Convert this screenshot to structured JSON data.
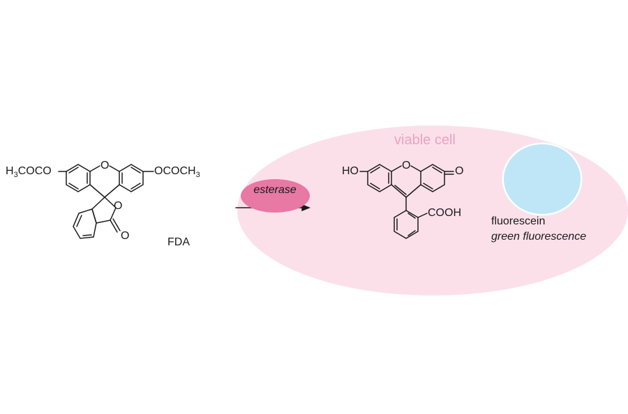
{
  "reactant": {
    "name": "FDA",
    "left_group": "H3COCO",
    "right_group": "OCOCH3",
    "ring_oxygen": "O",
    "lactone_oxygen": "O",
    "carbonyl_oxygen": "O"
  },
  "reaction": {
    "enzyme": "esterase"
  },
  "cell": {
    "label": "viable cell",
    "color": "#fbe0ea",
    "label_color": "#eaa3c0"
  },
  "product": {
    "left_group": "HO",
    "ring_oxygen": "O",
    "ketone_oxygen": "O",
    "acid_group": "COOH"
  },
  "fluorescence": {
    "name": "fluorescein",
    "description": "green fluorescence",
    "color": "#bfe6f7"
  },
  "colors": {
    "enzyme_blob": "#e878a4"
  }
}
